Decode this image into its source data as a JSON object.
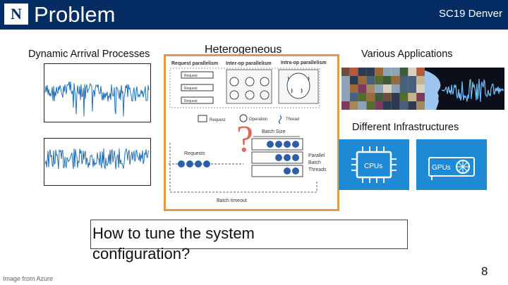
{
  "header": {
    "title": "Problem",
    "conference": "SC19 Denver",
    "logo_text": "N"
  },
  "labels": {
    "dynamic": "Dynamic Arrival Processes",
    "heterogeneous": "Heterogeneous",
    "applications": "Various Applications",
    "infrastructures": "Different Infrastructures"
  },
  "diagram": {
    "request_parallelism": "Request parallelism",
    "interop": "Inter-op parallelism",
    "intraop": "Intra-op parallelism",
    "request": "Request",
    "operation": "Operation",
    "thread": "Thread",
    "batch_size": "Batch Size",
    "requests": "Requests",
    "parallel_batch_threads": [
      "Parallel",
      "Batch",
      "Threads"
    ],
    "batch_timeout": "Batch timeout",
    "question_mark": "?",
    "legend_request": "Request",
    "legend_operation": "Operation",
    "legend_thread": "Thread"
  },
  "infra": {
    "cpus": "CPUs",
    "gpus": "GPUs"
  },
  "question": "How to tune the system configuration?",
  "footer": "Image from Azure",
  "page_number": "8",
  "colors": {
    "header_bg": "#062d63",
    "frame_border": "#e09a4a",
    "infra_blue": "#1e8ad6",
    "signal_blue": "#1f6fb6"
  }
}
